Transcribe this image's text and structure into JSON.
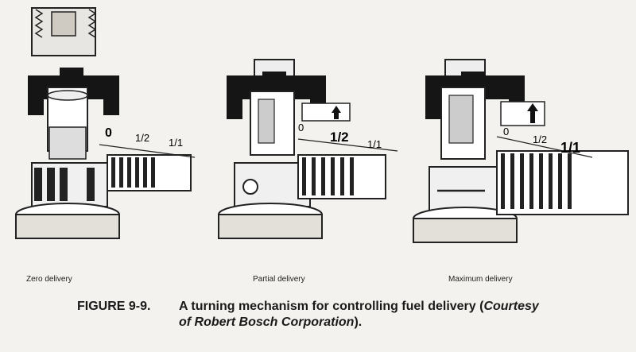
{
  "panels": [
    {
      "caption": "Zero delivery",
      "scale": [
        "0",
        "1/2",
        "1/1"
      ]
    },
    {
      "caption": "Partial delivery",
      "scale": [
        "0",
        "1/2",
        "1/1"
      ]
    },
    {
      "caption": "Maximum delivery",
      "scale": [
        "0",
        "1/2",
        "1/1"
      ]
    }
  ],
  "figure": {
    "number": "FIGURE 9-9.",
    "text_main": "A turning mechanism for controlling fuel delivery (",
    "courtesy": "Courtesy",
    "courtesy_line2": "of Robert Bosch Corporation",
    "end": ")."
  }
}
